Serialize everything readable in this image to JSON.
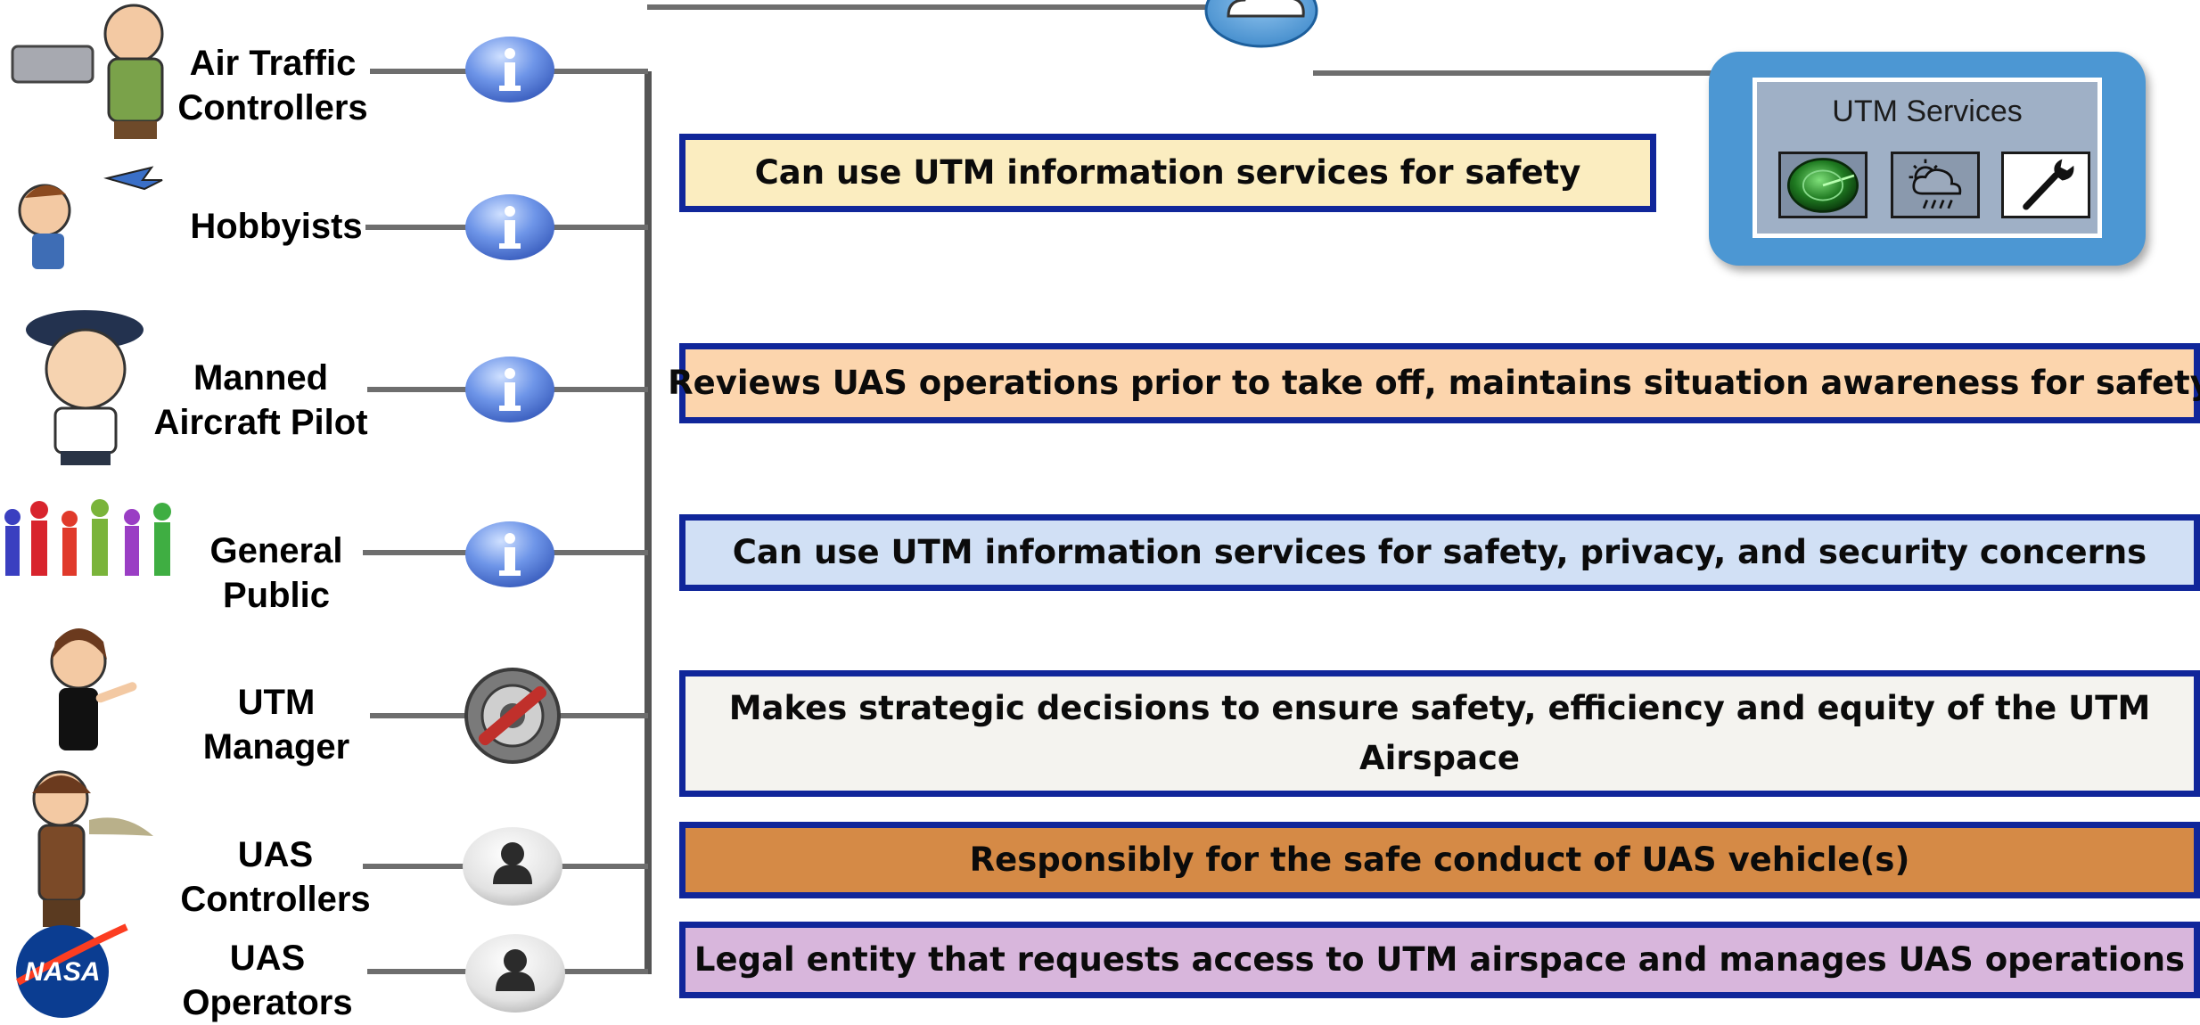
{
  "roles": [
    {
      "line1": "Air Traffic",
      "line2": "Controllers",
      "icon": "info-icon"
    },
    {
      "line1": "Hobbyists",
      "line2": "",
      "icon": "info-icon"
    },
    {
      "line1": "Manned",
      "line2": "Aircraft Pilot",
      "icon": "info-icon"
    },
    {
      "line1": "General",
      "line2": "Public",
      "icon": "info-icon"
    },
    {
      "line1": "UTM",
      "line2": "Manager",
      "icon": "gear-wrench-icon"
    },
    {
      "line1": "UAS",
      "line2": "Controllers",
      "icon": "person-icon"
    },
    {
      "line1": "UAS",
      "line2": "Operators",
      "icon": "person-icon"
    }
  ],
  "descriptions": [
    {
      "text": "Can use UTM information services for safety",
      "color": "#fbedc0"
    },
    {
      "text": "Reviews UAS operations prior to take off, maintains situation awareness for safety",
      "color": "#fcd5ad"
    },
    {
      "text": "Can use UTM information services for safety, privacy, and security concerns",
      "color": "#d1e0f5"
    },
    {
      "text": "Makes strategic decisions to ensure safety, efficiency and equity of the UTM Airspace",
      "color": "#f4f3ef"
    },
    {
      "text": "Responsibly for the safe conduct of UAS vehicle(s)",
      "color": "#d58a46"
    },
    {
      "text": "Legal entity that requests access to UTM airspace and manages UAS operations",
      "color": "#d8b6dc"
    }
  ],
  "utm_services": {
    "title": "UTM Services",
    "icons": [
      "radar-icon",
      "weather-icon",
      "wrench-icon"
    ]
  },
  "colors": {
    "box_border": "#10269a",
    "panel": "#4c97d3",
    "connector": "#6e6e6e"
  }
}
